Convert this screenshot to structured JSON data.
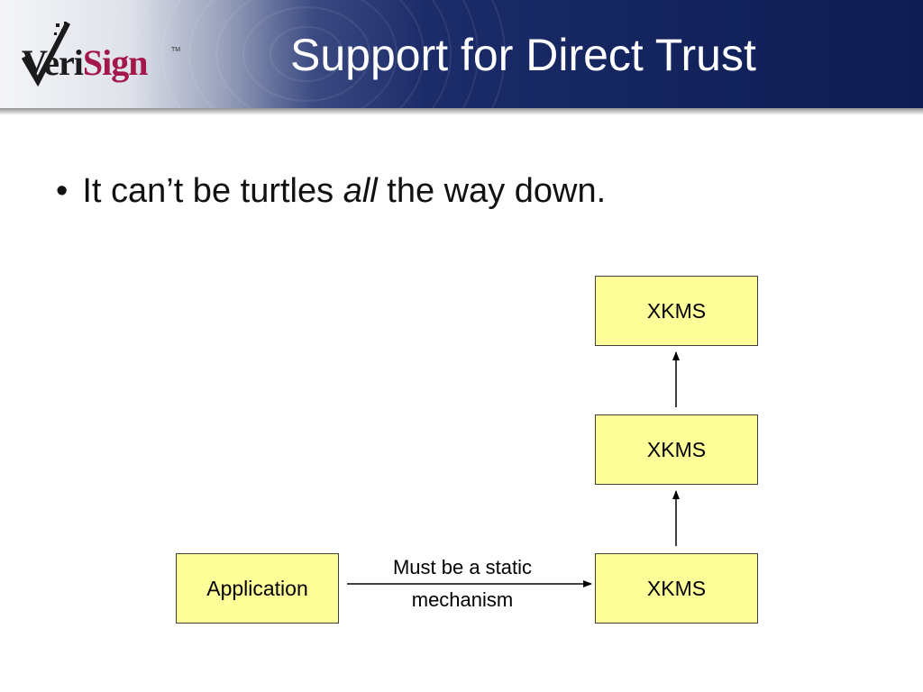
{
  "slide": {
    "title": "Support for Direct Trust",
    "bullet": {
      "marker": "•",
      "before": "It can’t be turtles ",
      "emphasis": "all",
      "after": " the way down."
    }
  },
  "logo": {
    "wordmark_left": "Veri",
    "wordmark_right": "Sign",
    "trademark": "TM",
    "brand_color": "#a4174a"
  },
  "colors": {
    "header_navy": "#14245e",
    "box_fill": "#ffff99",
    "box_border": "#404040"
  },
  "diagram": {
    "nodes": {
      "application": "Application",
      "xkms_top": "XKMS",
      "xkms_middle": "XKMS",
      "xkms_bottom": "XKMS"
    },
    "edge_label": {
      "line1": "Must be a static",
      "line2": "mechanism"
    }
  }
}
